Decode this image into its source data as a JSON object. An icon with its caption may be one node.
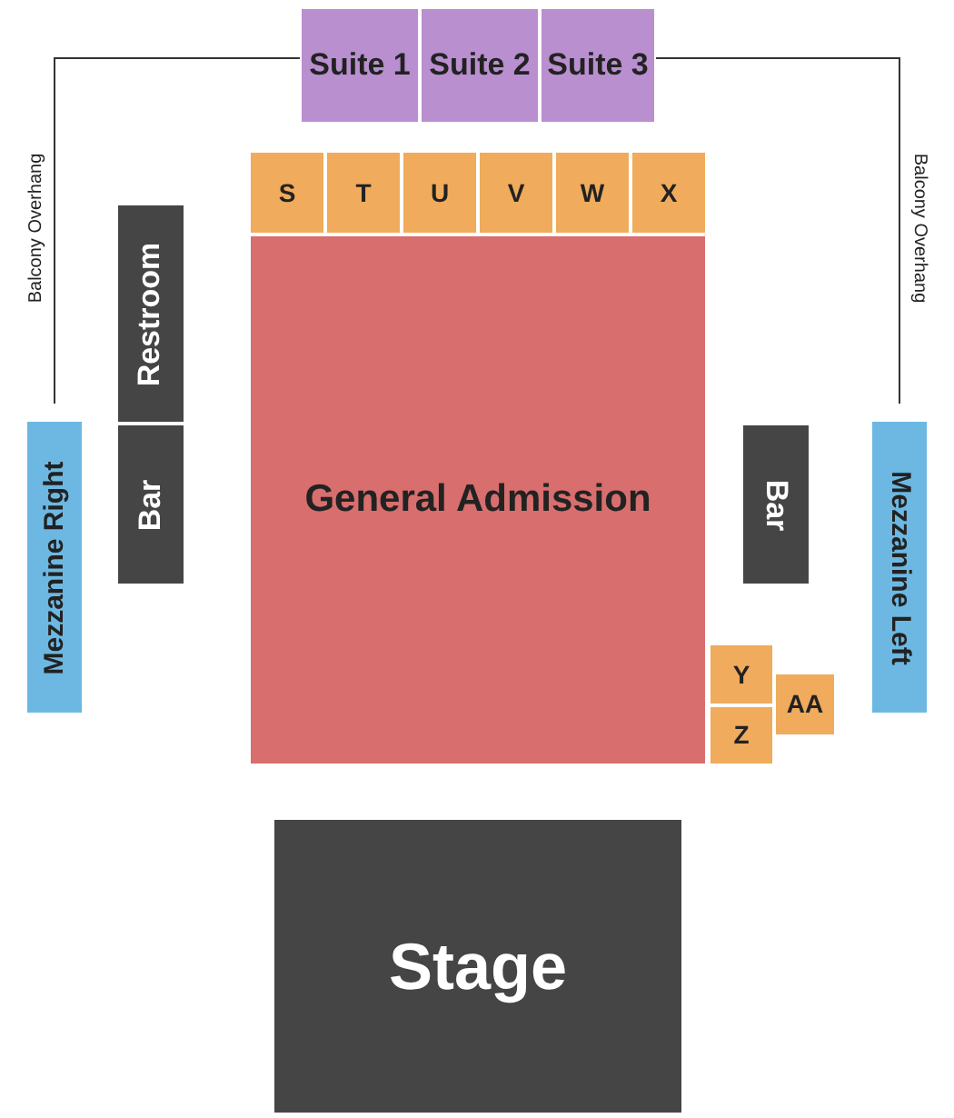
{
  "diagram": {
    "nodes": [
      {
        "text": [
          "Suite 1"
        ]
      },
      {
        "text": [
          "Suite 2"
        ]
      },
      {
        "text": [
          "Suite 3"
        ]
      },
      {
        "text": [
          "S"
        ]
      },
      {
        "text": [
          "T"
        ]
      },
      {
        "text": [
          "U"
        ]
      },
      {
        "text": [
          "V"
        ]
      },
      {
        "text": [
          "W"
        ]
      },
      {
        "text": [
          "X"
        ]
      },
      {
        "text": [
          "Restroom"
        ]
      },
      {
        "text": [
          "General Admission"
        ]
      },
      {
        "text": [
          "Mezzanine Right"
        ]
      },
      {
        "text": [
          "Bar"
        ]
      },
      {
        "text": [
          "Bar"
        ]
      },
      {
        "text": [
          "Mezzanine Left"
        ]
      },
      {
        "text": [
          "Y"
        ]
      },
      {
        "text": [
          "AA"
        ]
      },
      {
        "text": [
          "Z"
        ]
      },
      {
        "text": [
          "Stage"
        ]
      }
    ],
    "edges": [],
    "labels": [
      "Balcony Overhang",
      "Balcony Overhang"
    ]
  }
}
